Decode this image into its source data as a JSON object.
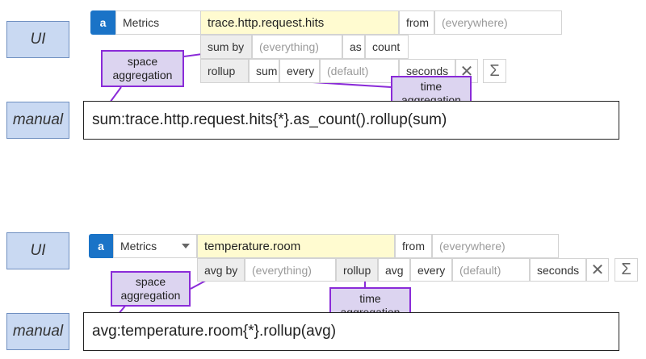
{
  "labels": {
    "ui": "UI",
    "manual": "manual"
  },
  "queries": [
    {
      "badge": "a",
      "source": "Metrics",
      "metric": "trace.http.request.hits",
      "from_label": "from",
      "from_placeholder": "(everywhere)",
      "space_agg": "sum by",
      "group_placeholder": "(everything)",
      "as_label": "as",
      "as_value": "count",
      "rollup_label": "rollup",
      "rollup_method": "sum",
      "every_label": "every",
      "every_placeholder": "(default)",
      "unit": "seconds",
      "close_icon": "✕",
      "sigma_icon": "Σ",
      "manual_query": "sum:trace.http.request.hits{*}.as_count().rollup(sum)",
      "callout_space": [
        "space",
        "aggregation"
      ],
      "callout_time": [
        "time",
        "aggregation"
      ]
    },
    {
      "badge": "a",
      "source": "Metrics",
      "metric": "temperature.room",
      "from_label": "from",
      "from_placeholder": "(everywhere)",
      "space_agg": "avg by",
      "group_placeholder": "(everything)",
      "rollup_label": "rollup",
      "rollup_method": "avg",
      "every_label": "every",
      "every_placeholder": "(default)",
      "unit": "seconds",
      "close_icon": "✕",
      "sigma_icon": "Σ",
      "manual_query": "avg:temperature.room{*}.rollup(avg)",
      "callout_space": [
        "space",
        "aggregation"
      ],
      "callout_time": [
        "time",
        "aggregation"
      ]
    }
  ],
  "colors": {
    "badge": "#1a73c7",
    "callout_border": "#8a2bd8",
    "callout_fill": "#dcd4f0",
    "side_label": "#c9d9f2",
    "metric_fill": "#fffbd0"
  }
}
